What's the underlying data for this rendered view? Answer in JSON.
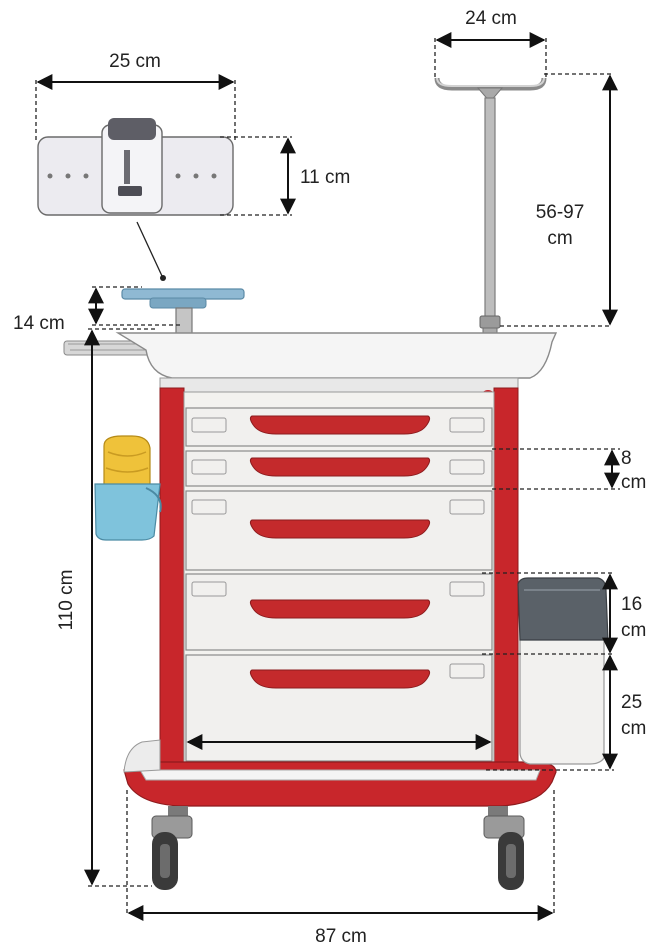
{
  "dimensions": {
    "organizer_width": "25 cm",
    "organizer_height": "11 cm",
    "iv_pole_width": "24 cm",
    "iv_pole_height_line1": "56-97",
    "iv_pole_height_line2": "cm",
    "tray_height": "14 cm",
    "total_height": "110 cm",
    "drawer_small_line1": "8",
    "drawer_small_line2": "cm",
    "bin_height_line1": "16",
    "bin_height_line2": "cm",
    "drawer_large_line1": "25",
    "drawer_large_line2": "cm",
    "base_width": "87 cm"
  },
  "colors": {
    "cart_red": "#c8262b",
    "handle_red": "#c42a2c",
    "drawer_white": "#f1f0ee",
    "organizer_white": "#ecebf0",
    "tray_blue": "#8fb9d3",
    "holder_blue": "#7fc3dc",
    "bottle_yellow": "#efc23a",
    "bin_grey": "#5a6168",
    "pole_grey": "#b9b9b9"
  }
}
